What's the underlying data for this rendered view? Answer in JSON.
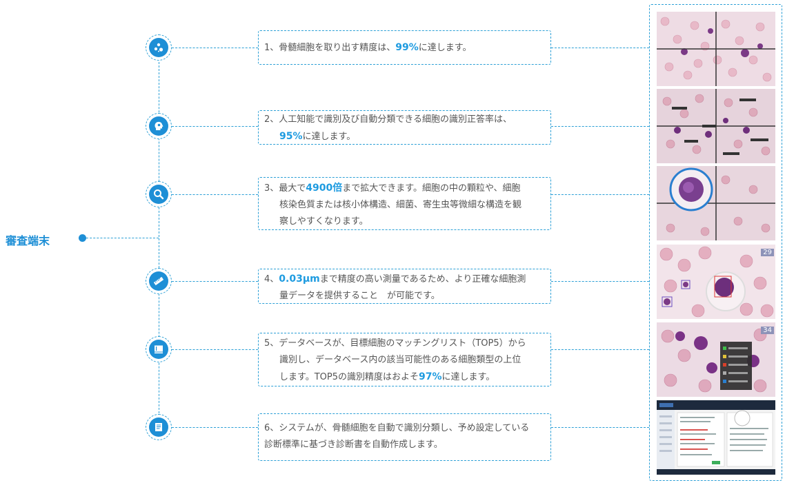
{
  "root": {
    "label": "審査端末"
  },
  "features": [
    {
      "id": 1,
      "icon": "cells-icon",
      "segments": [
        {
          "text": "1、骨髄細胞を取り出す精度は、",
          "hl": false
        },
        {
          "text": "99%",
          "hl": true
        },
        {
          "text": "に達します。",
          "hl": false
        }
      ]
    },
    {
      "id": 2,
      "icon": "ai-head-icon",
      "line1": "2、人工知能で識別及び自動分類できる細胞の識別正答率は、",
      "line2_hl": "95%",
      "line2_rest": "に達します。"
    },
    {
      "id": 3,
      "icon": "search-icon",
      "line1_pre": "3、最大で",
      "line1_hl": "4900倍",
      "line1_post": "まで拡大できます。細胞の中の顆粒や、細胞",
      "line2": "核染色質または核小体構造、細菌、寄生虫等微細な構造を観",
      "line3": "察しやすくなります。"
    },
    {
      "id": 4,
      "icon": "ruler-icon",
      "line1_pre": "4、",
      "line1_hl": "0.03μm",
      "line1_post": "まで精度の高い測量であるため、より正確な細胞測",
      "line2": "量データを提供すること　が可能です。"
    },
    {
      "id": 5,
      "icon": "database-icon",
      "line1": "5、データベースが、目標細胞のマッチングリスト（TOP5）から",
      "line2": "識別し、データベース内の該当可能性のある細胞類型の上位",
      "line3_pre": "します。TOP5の識別精度はおよそ",
      "line3_hl": "97%",
      "line3_post": "に達します。"
    },
    {
      "id": 6,
      "icon": "document-icon",
      "line1": "6、システムが、骨髄細胞を自動で識別分類し、予め設定している",
      "line2": "診断標準に基づき診断書を自動作成します。"
    }
  ],
  "thumbnails": [
    {
      "name": "thumb-quad-smear",
      "badge": ""
    },
    {
      "name": "thumb-labeled-smear",
      "badge": ""
    },
    {
      "name": "thumb-magnified-cell",
      "badge": ""
    },
    {
      "name": "thumb-measurement",
      "badge": "29"
    },
    {
      "name": "thumb-database-match",
      "badge": "34"
    },
    {
      "name": "thumb-report-software",
      "badge": ""
    }
  ],
  "colors": {
    "accent": "#1e8fd6",
    "highlight": "#1e9be0",
    "dash": "#2a9fd6"
  }
}
